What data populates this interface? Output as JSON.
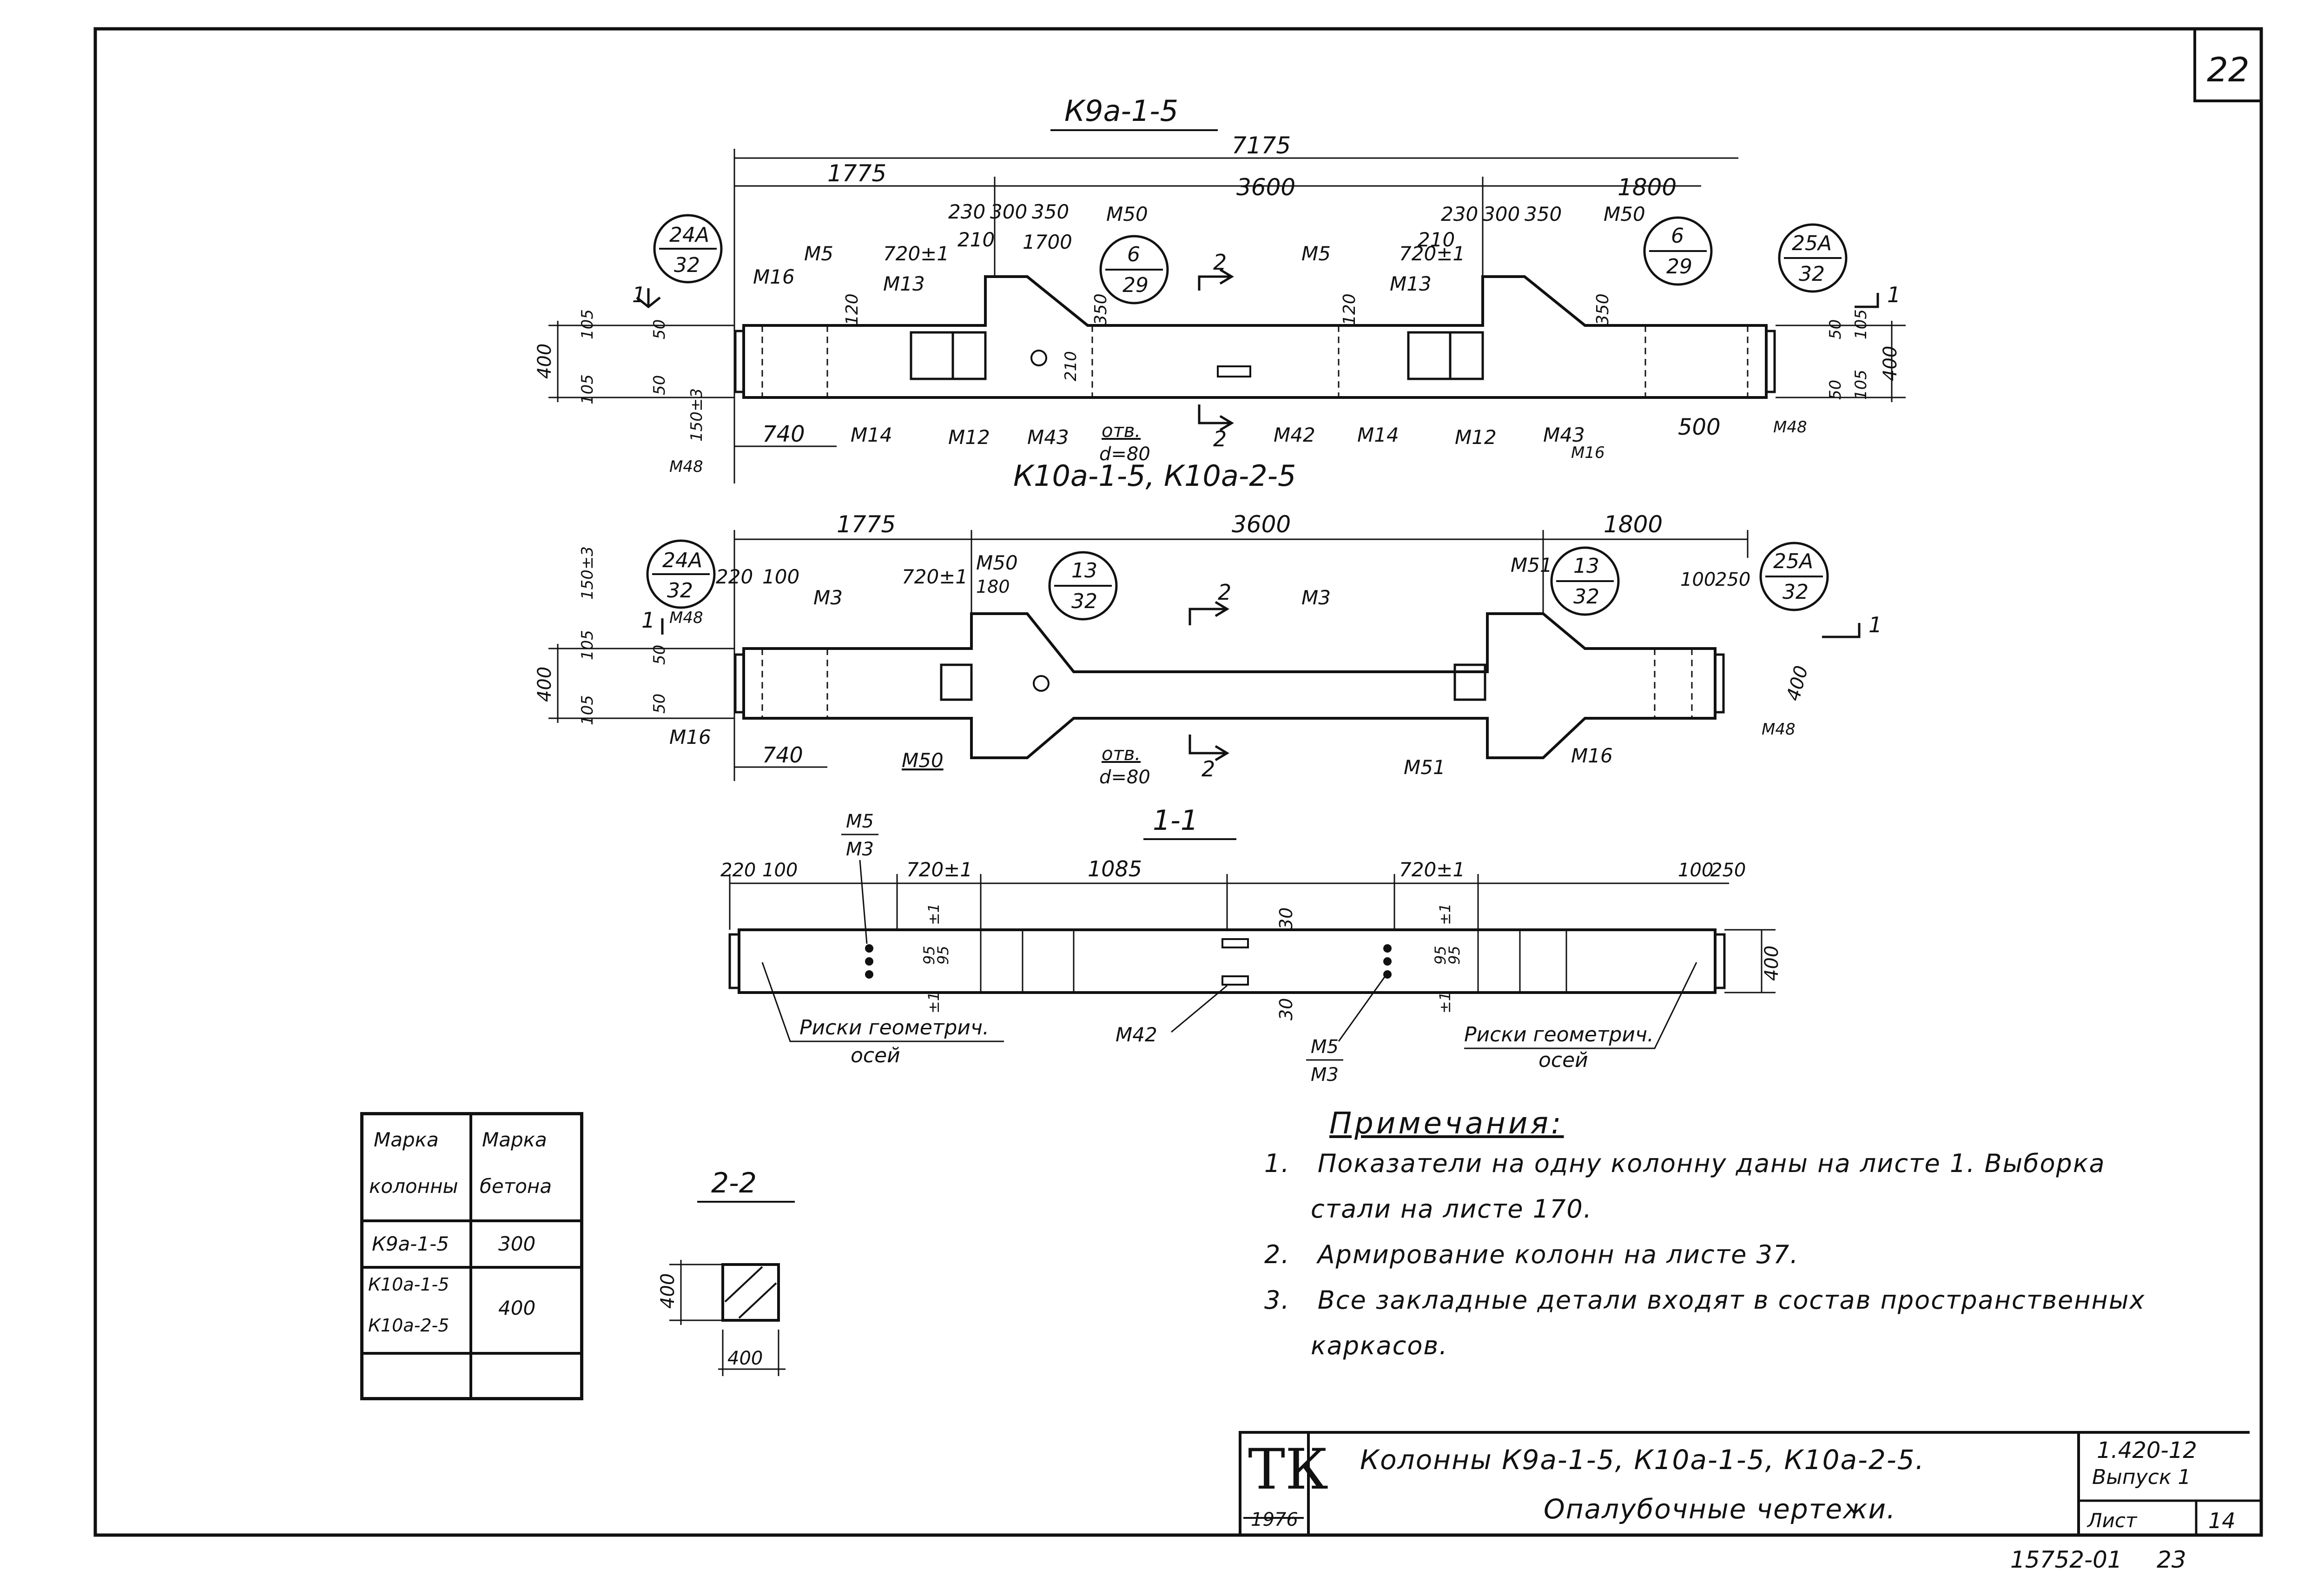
{
  "sheet_corner_number": "22",
  "views": {
    "k9a": {
      "title": "К9а-1-5",
      "dims": [
        "7175",
        "1775",
        "3600",
        "1800",
        "230",
        "300",
        "350",
        "210",
        "720±1",
        "1700",
        "М50",
        "230",
        "300",
        "350",
        "210",
        "720±1",
        "М50",
        "400",
        "105",
        "50",
        "105",
        "50",
        "150±3",
        "120",
        "120",
        "350",
        "350",
        "210",
        "740",
        "500",
        "50",
        "105",
        "50",
        "105",
        "400"
      ],
      "marks": [
        "М16",
        "М5",
        "М13",
        "М5",
        "М13",
        "М14",
        "М12",
        "М43",
        "М42",
        "М14",
        "М12",
        "М43",
        "М16",
        "М48",
        "М48"
      ],
      "callouts": [
        {
          "top": "24А",
          "bottom": "32"
        },
        {
          "top": "6",
          "bottom": "29"
        },
        {
          "top": "6",
          "bottom": "29"
        },
        {
          "top": "25А",
          "bottom": "32"
        }
      ],
      "hole_label": "отв.",
      "hole_diam": "d=80",
      "section_marks": [
        "1",
        "2",
        "2",
        "1"
      ]
    },
    "k10a": {
      "title": "К10а-1-5, К10а-2-5",
      "dims": [
        "1775",
        "3600",
        "1800",
        "220",
        "100",
        "720±1",
        "М50",
        "180",
        "100",
        "250",
        "150±3",
        "400",
        "105",
        "50",
        "105",
        "50",
        "400",
        "740"
      ],
      "marks": [
        "М48",
        "М3",
        "М3",
        "М51",
        "М16",
        "М50",
        "М51",
        "М16",
        "М48"
      ],
      "callouts": [
        {
          "top": "24А",
          "bottom": "32"
        },
        {
          "top": "13",
          "bottom": "32"
        },
        {
          "top": "13",
          "bottom": "32"
        },
        {
          "top": "25А",
          "bottom": "32"
        }
      ],
      "hole_label": "отв.",
      "hole_diam": "d=80",
      "section_marks": [
        "1",
        "2",
        "2",
        "1"
      ]
    },
    "section_11": {
      "title": "1-1",
      "dims": [
        "220",
        "100",
        "720±1",
        "1085",
        "720±1",
        "100",
        "250",
        "400",
        "30",
        "30",
        "95",
        "95",
        "±1",
        "±1",
        "95",
        "95",
        "±1",
        "±1"
      ],
      "marks_top": {
        "line1": "М5",
        "line2": "М3"
      },
      "marks_bottom": {
        "line1": "М5",
        "line2": "М3"
      },
      "m42": "М42",
      "axis_label_1": {
        "line1": "Риски геометрич.",
        "line2": "осей"
      },
      "axis_label_2": {
        "line1": "Риски геометрич.",
        "line2": "осей"
      }
    },
    "section_22": {
      "title": "2-2",
      "dim_v": "400",
      "dim_h": "400"
    }
  },
  "table": {
    "header": {
      "col1_line1": "Марка",
      "col1_line2": "колонны",
      "col2_line1": "Марка",
      "col2_line2": "бетона"
    },
    "rows": [
      {
        "marks": [
          "К9а-1-5"
        ],
        "concrete": "300"
      },
      {
        "marks": [
          "К10а-1-5",
          "К10а-2-5"
        ],
        "concrete": "400"
      }
    ]
  },
  "notes": {
    "title": "Примечания:",
    "items": [
      {
        "num": "1.",
        "text": "Показатели на одну колонну даны на листе 1. Выборка стали на листе 170."
      },
      {
        "num": "2.",
        "text": "Армирование колонн на листе 37."
      },
      {
        "num": "3.",
        "text": "Все закладные детали входят в состав пространственных каркасов."
      }
    ]
  },
  "stamp": {
    "logo": "ТК",
    "year": "1976",
    "title_line1": "Колонны К9а-1-5, К10а-1-5, К10а-2-5.",
    "title_line2": "Опалубочные чертежи.",
    "series": "1.420-12",
    "issue": "Выпуск 1",
    "sheet_label": "Лист",
    "sheet_no": "14"
  },
  "footer": {
    "code": "15752-01",
    "page": "23"
  }
}
